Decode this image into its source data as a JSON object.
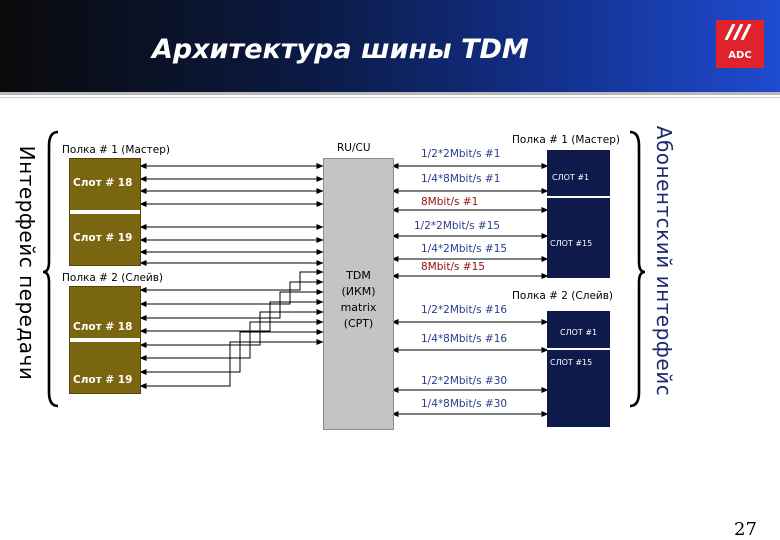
{
  "title": "Архитектура шины TDM",
  "logo": {
    "text": "ADC",
    "color": "#e0232a"
  },
  "left_side_label": "Интерфейс передачи",
  "right_side_label": "Абонентский интерфейс",
  "left_shelves": [
    {
      "label": "Полка # 1 (Мастер)",
      "slots": [
        "Слот # 18",
        "Слот # 19"
      ]
    },
    {
      "label": "Полка # 2 (Слейв)",
      "slots": [
        "Слот # 18",
        "Слот # 19"
      ]
    }
  ],
  "matrix": {
    "top_label": "RU/CU",
    "lines": [
      "TDM",
      "(ИКМ)",
      "matrix",
      "(CPT)"
    ]
  },
  "right_shelves": [
    {
      "label": "Полка # 1 (Мастер)",
      "slots": [
        "СЛОТ #1",
        "СЛОТ #15"
      ]
    },
    {
      "label": "Полка # 2 (Слейв)",
      "slots": [
        "СЛОТ #1",
        "СЛОТ #15"
      ]
    }
  ],
  "buses": [
    {
      "text": "1/2*2Mbit/s #1",
      "color": "blue"
    },
    {
      "text": "1/4*8Mbit/s #1",
      "color": "blue"
    },
    {
      "text": "8Mbit/s #1",
      "color": "red"
    },
    {
      "text": "1/2*2Mbit/s #15",
      "color": "blue"
    },
    {
      "text": "1/4*2Mbit/s #15",
      "color": "blue"
    },
    {
      "text": "8Mbit/s #15",
      "color": "red"
    },
    {
      "text": "1/2*2Mbit/s #16",
      "color": "blue"
    },
    {
      "text": "1/4*8Mbit/s #16",
      "color": "blue"
    },
    {
      "text": "1/2*2Mbit/s #30",
      "color": "blue"
    },
    {
      "text": "1/4*8Mbit/s #30",
      "color": "blue"
    }
  ],
  "colors": {
    "shelf": "#7a6510",
    "navy": "#0e1a4c",
    "matrix": "#c4c4c4",
    "header_dark": "#0a0a0a",
    "header_blue": "#1f4bd0"
  },
  "page_number": "27"
}
